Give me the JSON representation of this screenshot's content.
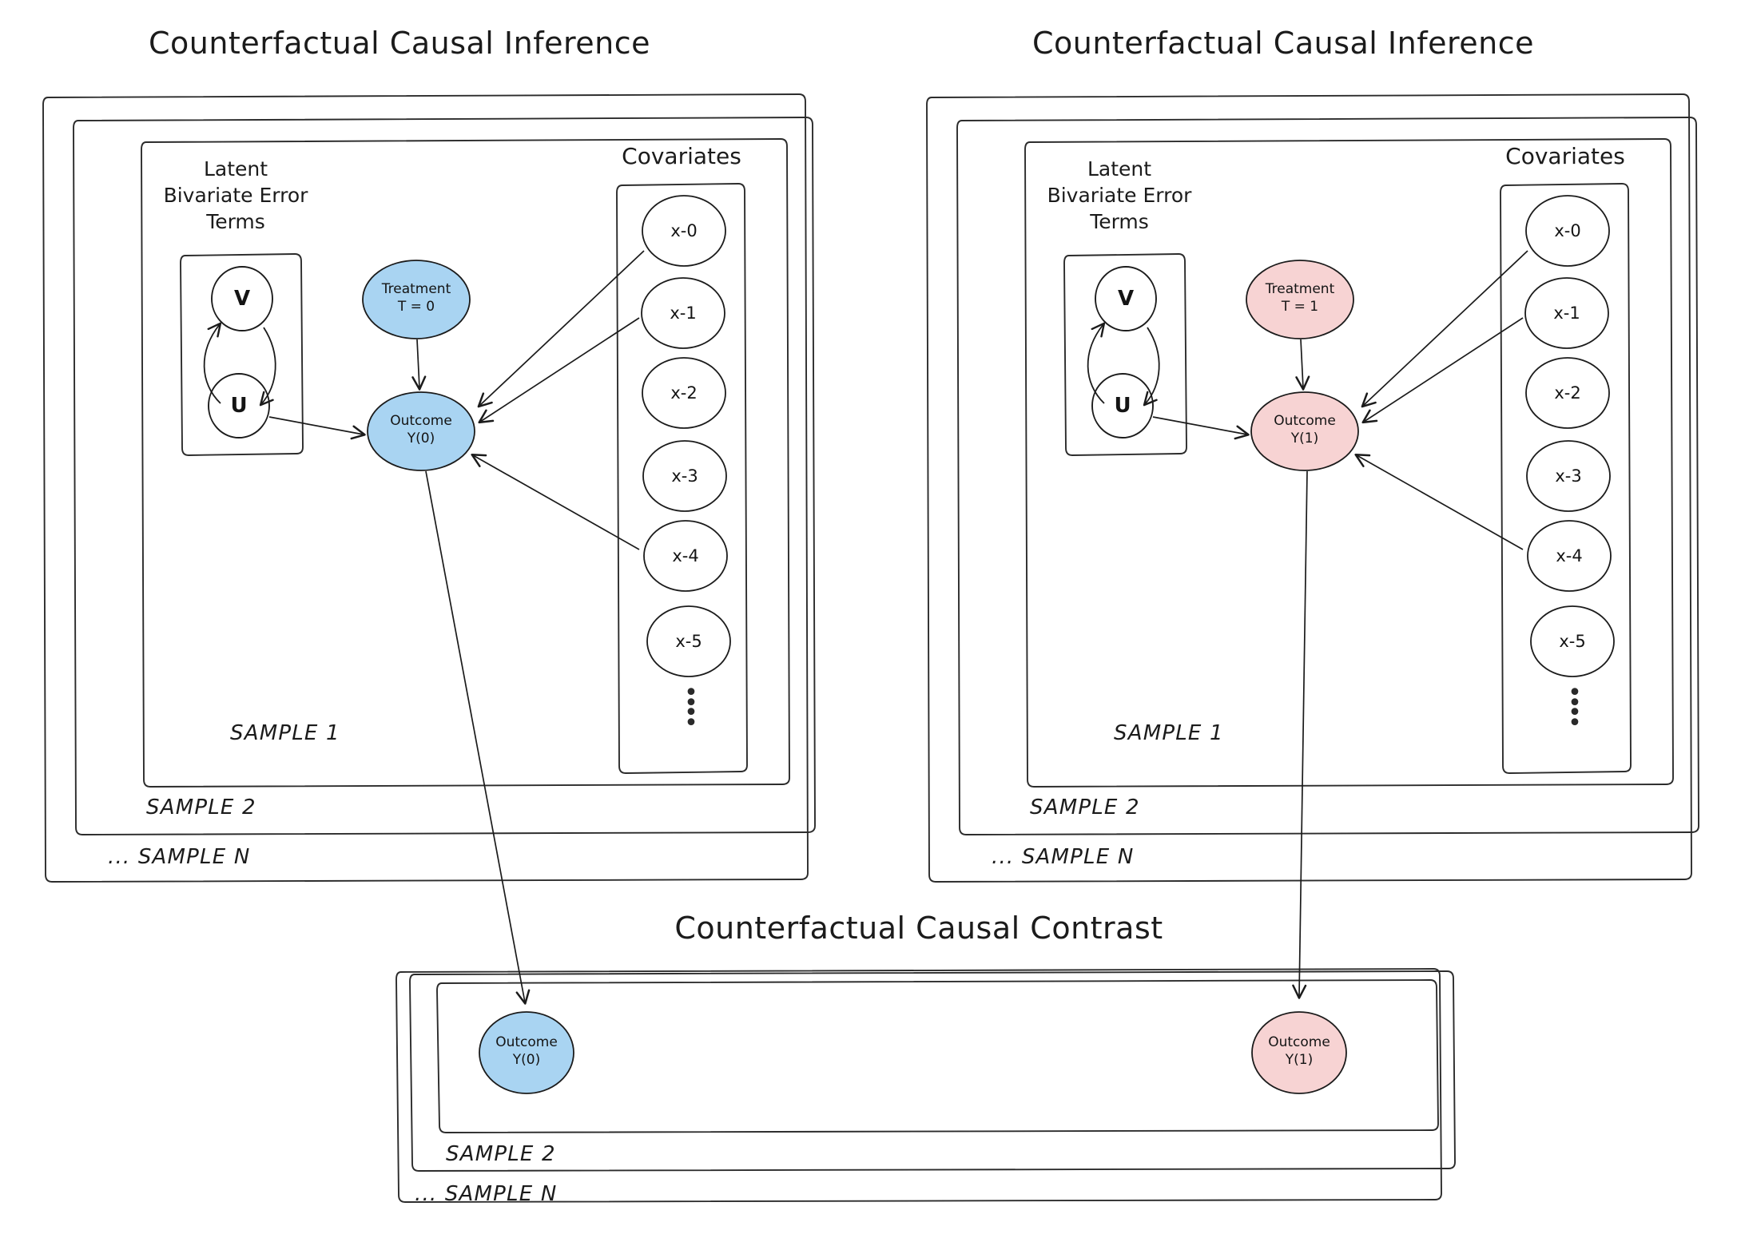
{
  "colors": {
    "treated_fill": "#f7d3d3",
    "control_fill": "#a9d4f2",
    "node_stroke": "#1b1b1b",
    "plain_fill": "#ffffff",
    "frame_stroke": "#2b2b2b",
    "text": "#141414",
    "background": "#ffffff"
  },
  "panels": [
    {
      "id": "control",
      "title": "Counterfactual Causal Inference",
      "latent_group_label": "Latent\nBivariate Error\nTerms",
      "latent_label_lines": [
        "Latent",
        "Bivariate Error",
        "Terms"
      ],
      "covariates_label": "Covariates",
      "latent_nodes": [
        {
          "id": "V",
          "label": "V"
        },
        {
          "id": "U",
          "label": "U"
        }
      ],
      "treatment": {
        "line1": "Treatment",
        "line2": "T = 0"
      },
      "outcome": {
        "line1": "Outcome",
        "line2": "Y(0)"
      },
      "covariates": [
        "x-0",
        "x-1",
        "x-2",
        "x-3",
        "x-4",
        "x-5"
      ],
      "covariates_continuation": "vertical-ellipsis",
      "sample_labels": [
        "SAMPLE 1",
        "SAMPLE 2",
        "... SAMPLE N"
      ]
    },
    {
      "id": "treated",
      "title": "Counterfactual Causal Inference",
      "latent_group_label": "Latent\nBivariate Error\nTerms",
      "latent_label_lines": [
        "Latent",
        "Bivariate Error",
        "Terms"
      ],
      "covariates_label": "Covariates",
      "latent_nodes": [
        {
          "id": "V",
          "label": "V"
        },
        {
          "id": "U",
          "label": "U"
        }
      ],
      "treatment": {
        "line1": "Treatment",
        "line2": "T = 1"
      },
      "outcome": {
        "line1": "Outcome",
        "line2": "Y(1)"
      },
      "covariates": [
        "x-0",
        "x-1",
        "x-2",
        "x-3",
        "x-4",
        "x-5"
      ],
      "covariates_continuation": "vertical-ellipsis",
      "sample_labels": [
        "SAMPLE 1",
        "SAMPLE 2",
        "... SAMPLE N"
      ]
    }
  ],
  "contrast_panel": {
    "title": "Counterfactual Causal Contrast",
    "outcome_control": {
      "line1": "Outcome",
      "line2": "Y(0)"
    },
    "outcome_treated": {
      "line1": "Outcome",
      "line2": "Y(1)"
    },
    "sample_labels": [
      "SAMPLE 2",
      "... SAMPLE N"
    ]
  },
  "edges": {
    "latent_bidirectional": "V <-> U",
    "u_to_outcome": "U -> Outcome",
    "treatment_to_outcome": "Treatment -> Outcome",
    "covariate_sources": [
      "x-0",
      "x-1",
      "x-4"
    ],
    "outcome_to_contrast": "Outcome -> Contrast Outcome"
  }
}
